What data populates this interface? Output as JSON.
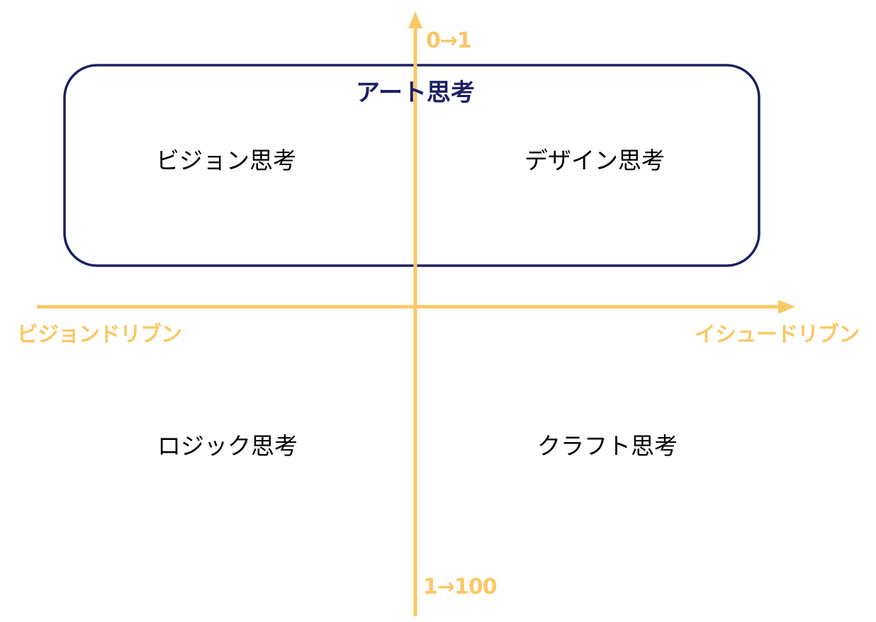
{
  "colors": {
    "axis": "#F9C866",
    "group_border": "#1B2062",
    "group_title": "#1B2062",
    "quadrant_text": "#000000",
    "background": "#FFFFFF"
  },
  "axes": {
    "vertical_top_label": "0→1",
    "vertical_bottom_label": "1→100",
    "horizontal_left_label": "ビジョンドリブン",
    "horizontal_right_label": "イシュードリブン"
  },
  "group": {
    "title": "アート思考"
  },
  "quadrants": {
    "top_left": "ビジョン思考",
    "top_right": "デザイン思考",
    "bottom_left": "ロジック思考",
    "bottom_right": "クラフト思考"
  }
}
